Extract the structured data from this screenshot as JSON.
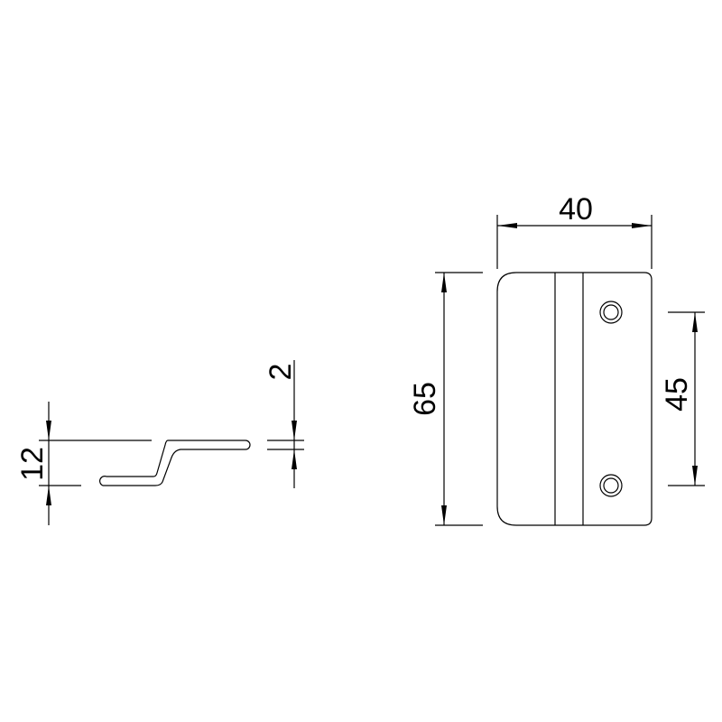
{
  "drawing": {
    "side_view": {
      "height_dim": "12",
      "thickness_dim": "2"
    },
    "front_view": {
      "width_dim": "40",
      "height_dim": "65",
      "hole_spacing_dim": "45"
    },
    "line_color": "#000000",
    "background": "#ffffff"
  }
}
